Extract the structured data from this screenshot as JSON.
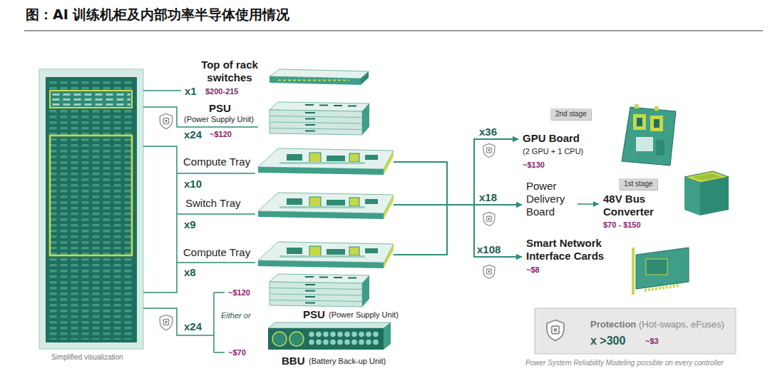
{
  "diagram": {
    "title": "图：AI 训练机柜及内部功率半导体使用情况",
    "nodes": [
      {
        "text": [
          "Top of rack switches",
          "$200-215"
        ]
      },
      {
        "text": [
          "PSU",
          "(Power Supply Unit)",
          "~$120"
        ]
      },
      {
        "text": [
          "Compute Tray"
        ]
      },
      {
        "text": [
          "Switch Tray"
        ]
      },
      {
        "text": [
          "Compute Tray"
        ]
      },
      {
        "text": [
          "~$120",
          "PSU",
          "(Power Supply Unit)"
        ]
      },
      {
        "text": [
          "~$70",
          "BBU",
          "(Battery Back-up Unit)"
        ]
      },
      {
        "text": [
          "2nd stage"
        ]
      },
      {
        "text": [
          "GPU Board",
          "(2 GPU + 1 CPU)",
          "~$130"
        ]
      },
      {
        "text": [
          "Power Delivery Board"
        ]
      },
      {
        "text": [
          "1st stage"
        ]
      },
      {
        "text": [
          "48V Bus Converter",
          "$70 - $150"
        ]
      },
      {
        "text": [
          "Smart Network Interface Cards",
          "~$8"
        ]
      },
      {
        "text": [
          "Protection",
          "(Hot-swaps, eFuses)",
          "x >300",
          "~$3"
        ]
      }
    ],
    "edges": [
      {
        "from": 2,
        "to": 8,
        "arrow": "to"
      },
      {
        "from": 2,
        "to": 9,
        "arrow": "to"
      },
      {
        "from": 2,
        "to": 12,
        "arrow": "to"
      },
      {
        "from": 3,
        "to": 8,
        "arrow": "to"
      },
      {
        "from": 3,
        "to": 9,
        "arrow": "to"
      },
      {
        "from": 3,
        "to": 12,
        "arrow": "to"
      },
      {
        "from": 4,
        "to": 8,
        "arrow": "to"
      },
      {
        "from": 4,
        "to": 9,
        "arrow": "to"
      },
      {
        "from": 4,
        "to": 12,
        "arrow": "to"
      },
      {
        "from": 9,
        "to": 11,
        "arrow": "to"
      }
    ],
    "labels": [
      "x1",
      "x24",
      "x10",
      "x9",
      "x8",
      "x24",
      "Either or",
      "Simplified visualization",
      "x36",
      "x18",
      "x108",
      "Power System Reliability Modeling possible on every controller"
    ]
  }
}
